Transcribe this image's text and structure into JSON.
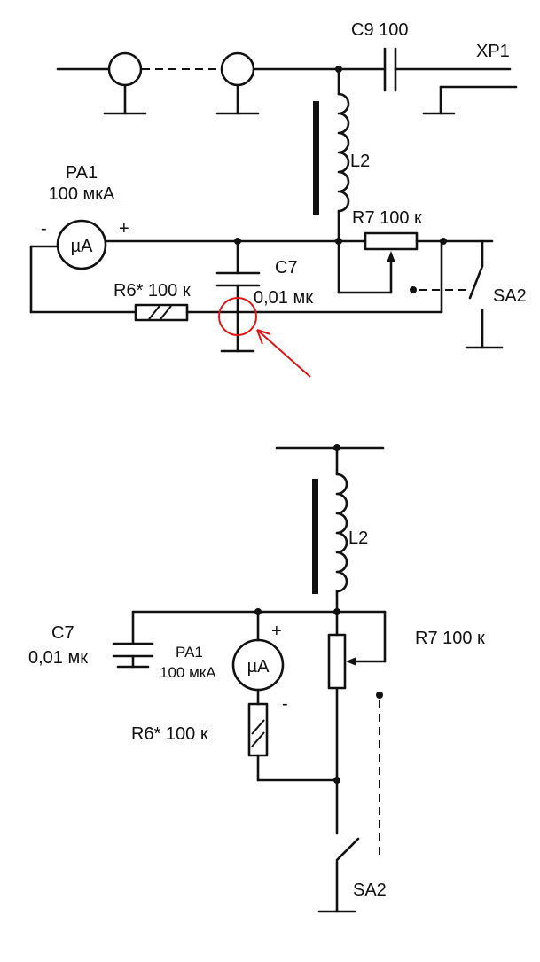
{
  "top": {
    "c9": "C9 100",
    "xp1": "XP1",
    "l2": "L2",
    "r7": "R7 100 к",
    "pa1_name": "PA1",
    "pa1_value": "100 мкА",
    "meter": "µA",
    "minus": "-",
    "plus": "+",
    "c7_name": "C7",
    "c7_value": "0,01 мк",
    "r6": "R6* 100 к",
    "sa2": "SA2"
  },
  "bottom": {
    "l2": "L2",
    "c7_name": "C7",
    "c7_value": "0,01 мк",
    "pa1_name": "PA1",
    "pa1_value": "100 мкА",
    "meter": "µA",
    "plus": "+",
    "minus": "-",
    "r7": "R7 100 к",
    "r6": "R6* 100 к",
    "sa2": "SA2"
  },
  "colors": {
    "ink": "#111111",
    "annotation": "#e01515"
  }
}
